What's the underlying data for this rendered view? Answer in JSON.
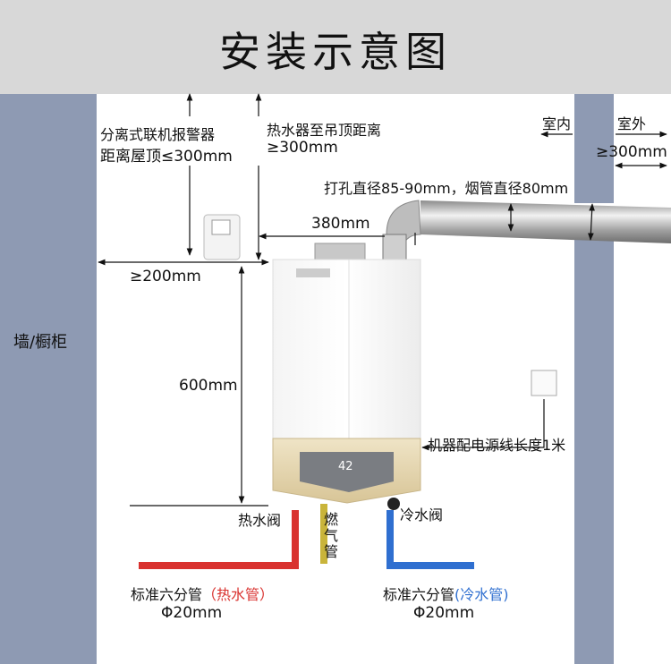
{
  "title": "安装示意图",
  "wall_label": "墙/橱柜",
  "labels": {
    "alarm_line1": "分离式联机报警器",
    "alarm_line2": "距离屋顶≤300mm",
    "ceiling_line1": "热水器至吊顶距离",
    "ceiling_line2": "≥300mm",
    "indoor": "室内",
    "outdoor": "室外",
    "outdoor_distance": "≥300mm",
    "hole": "打孔直径85-90mm，烟管直径80mm",
    "side_distance": "380mm",
    "left_distance": "≥200mm",
    "height": "600mm",
    "power": "机器配电源线长度1米",
    "hot_valve": "热水阀",
    "gas_pipe": "燃气管",
    "cold_valve": "冷水阀",
    "hot_pipe_std": "标准六分管",
    "hot_pipe_name": "（热水管）",
    "hot_pipe_dia": "Φ20mm",
    "cold_pipe_std": "标准六分管",
    "cold_pipe_name": "(冷水管)",
    "cold_pipe_dia": "Φ20mm",
    "display_temp": "42"
  },
  "colors": {
    "wall": "#8e9ab3",
    "header": "#d8d8d8",
    "hot": "#d9322f",
    "cold": "#2f6fd0",
    "gas": "#c9b43a",
    "gold": "#e6d7b0"
  }
}
